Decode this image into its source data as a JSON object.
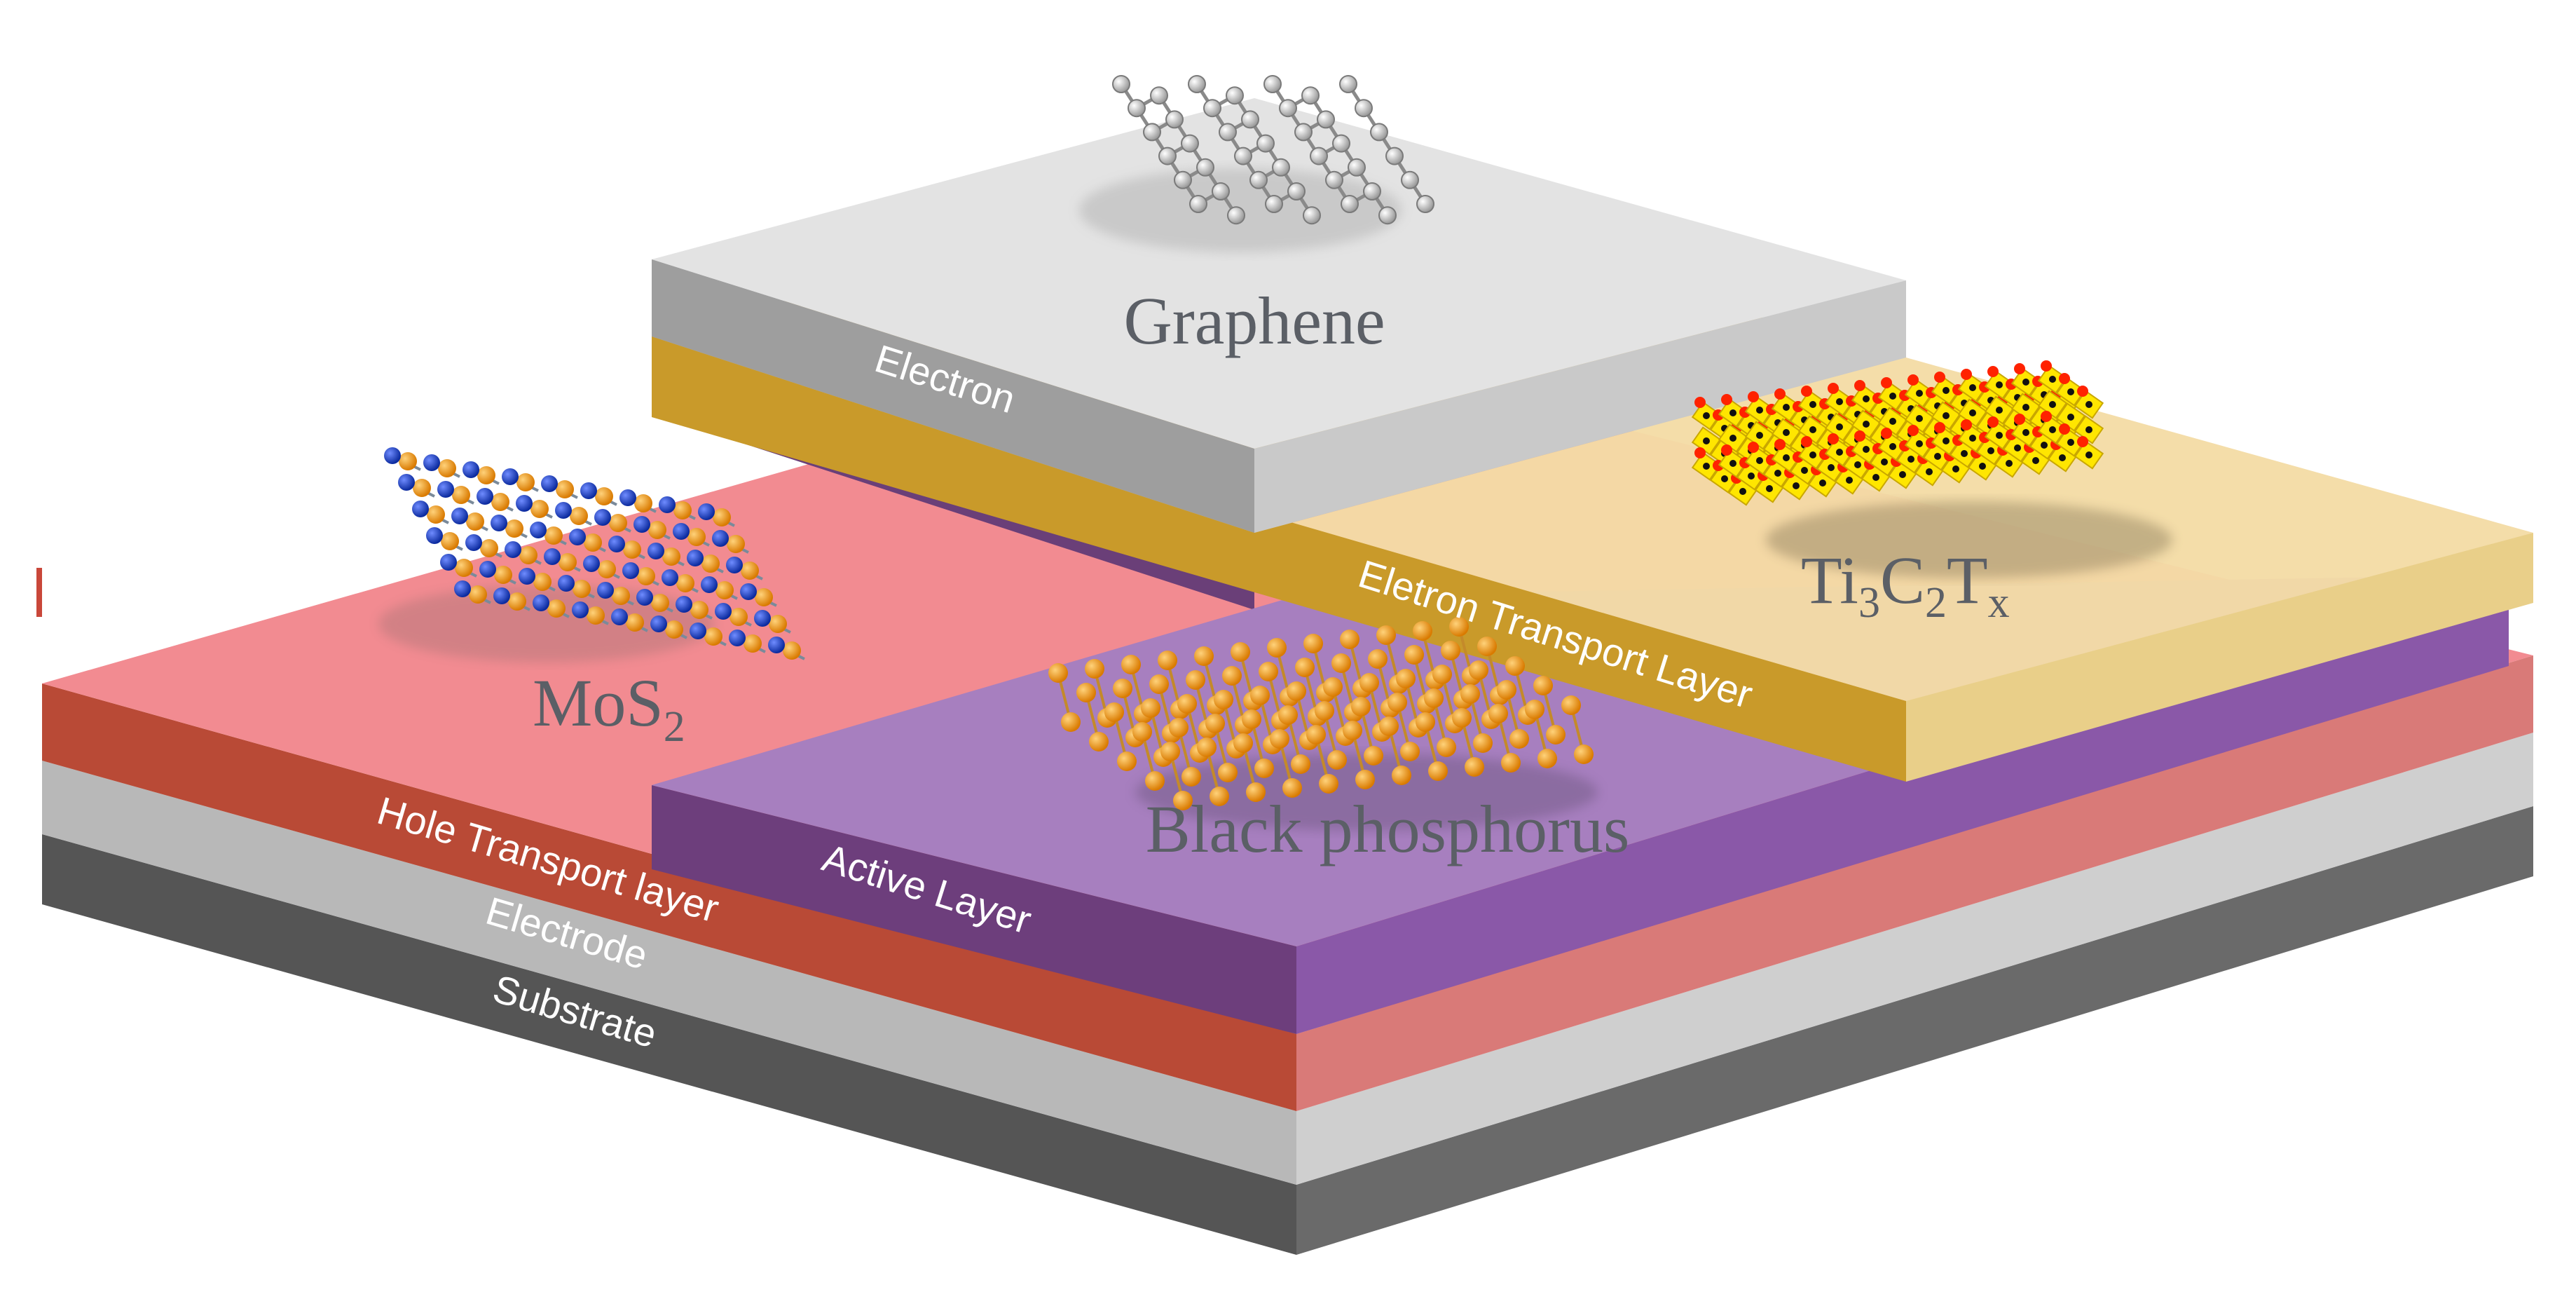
{
  "diagram": {
    "layers": {
      "substrate": "Substrate",
      "electrode": "Electrode",
      "hole_transport": "Hole Transport layer",
      "active": "Active Layer",
      "electron_transport": "Eletron Transport Layer",
      "electron": "Electron"
    },
    "materials": {
      "graphene": "Graphene",
      "mos2": {
        "base": "MoS",
        "sub": "2"
      },
      "black_phosphorus": "Black phosphorus",
      "mxene": {
        "el1": "Ti",
        "sub1": "3",
        "el2": "C",
        "sub2": "2",
        "el3": "T",
        "sub3": "x"
      }
    },
    "colors": {
      "substrate": "#4a4a4a",
      "electrode": "#c4c4c4",
      "hole_transport": "#d47070",
      "active": "#9b6fb8",
      "electron_transport": "#e8c97a",
      "electron": "#b9b9b9",
      "mos2_atom_mo": "#1b3fc9",
      "mos2_atom_s": "#f29a1a",
      "bp_atom": "#f29a1a",
      "mxene_ti": "#ffe600",
      "mxene_c": "#111111",
      "mxene_t": "#ff2200",
      "graphene_atom": "#dcdcdc"
    }
  }
}
